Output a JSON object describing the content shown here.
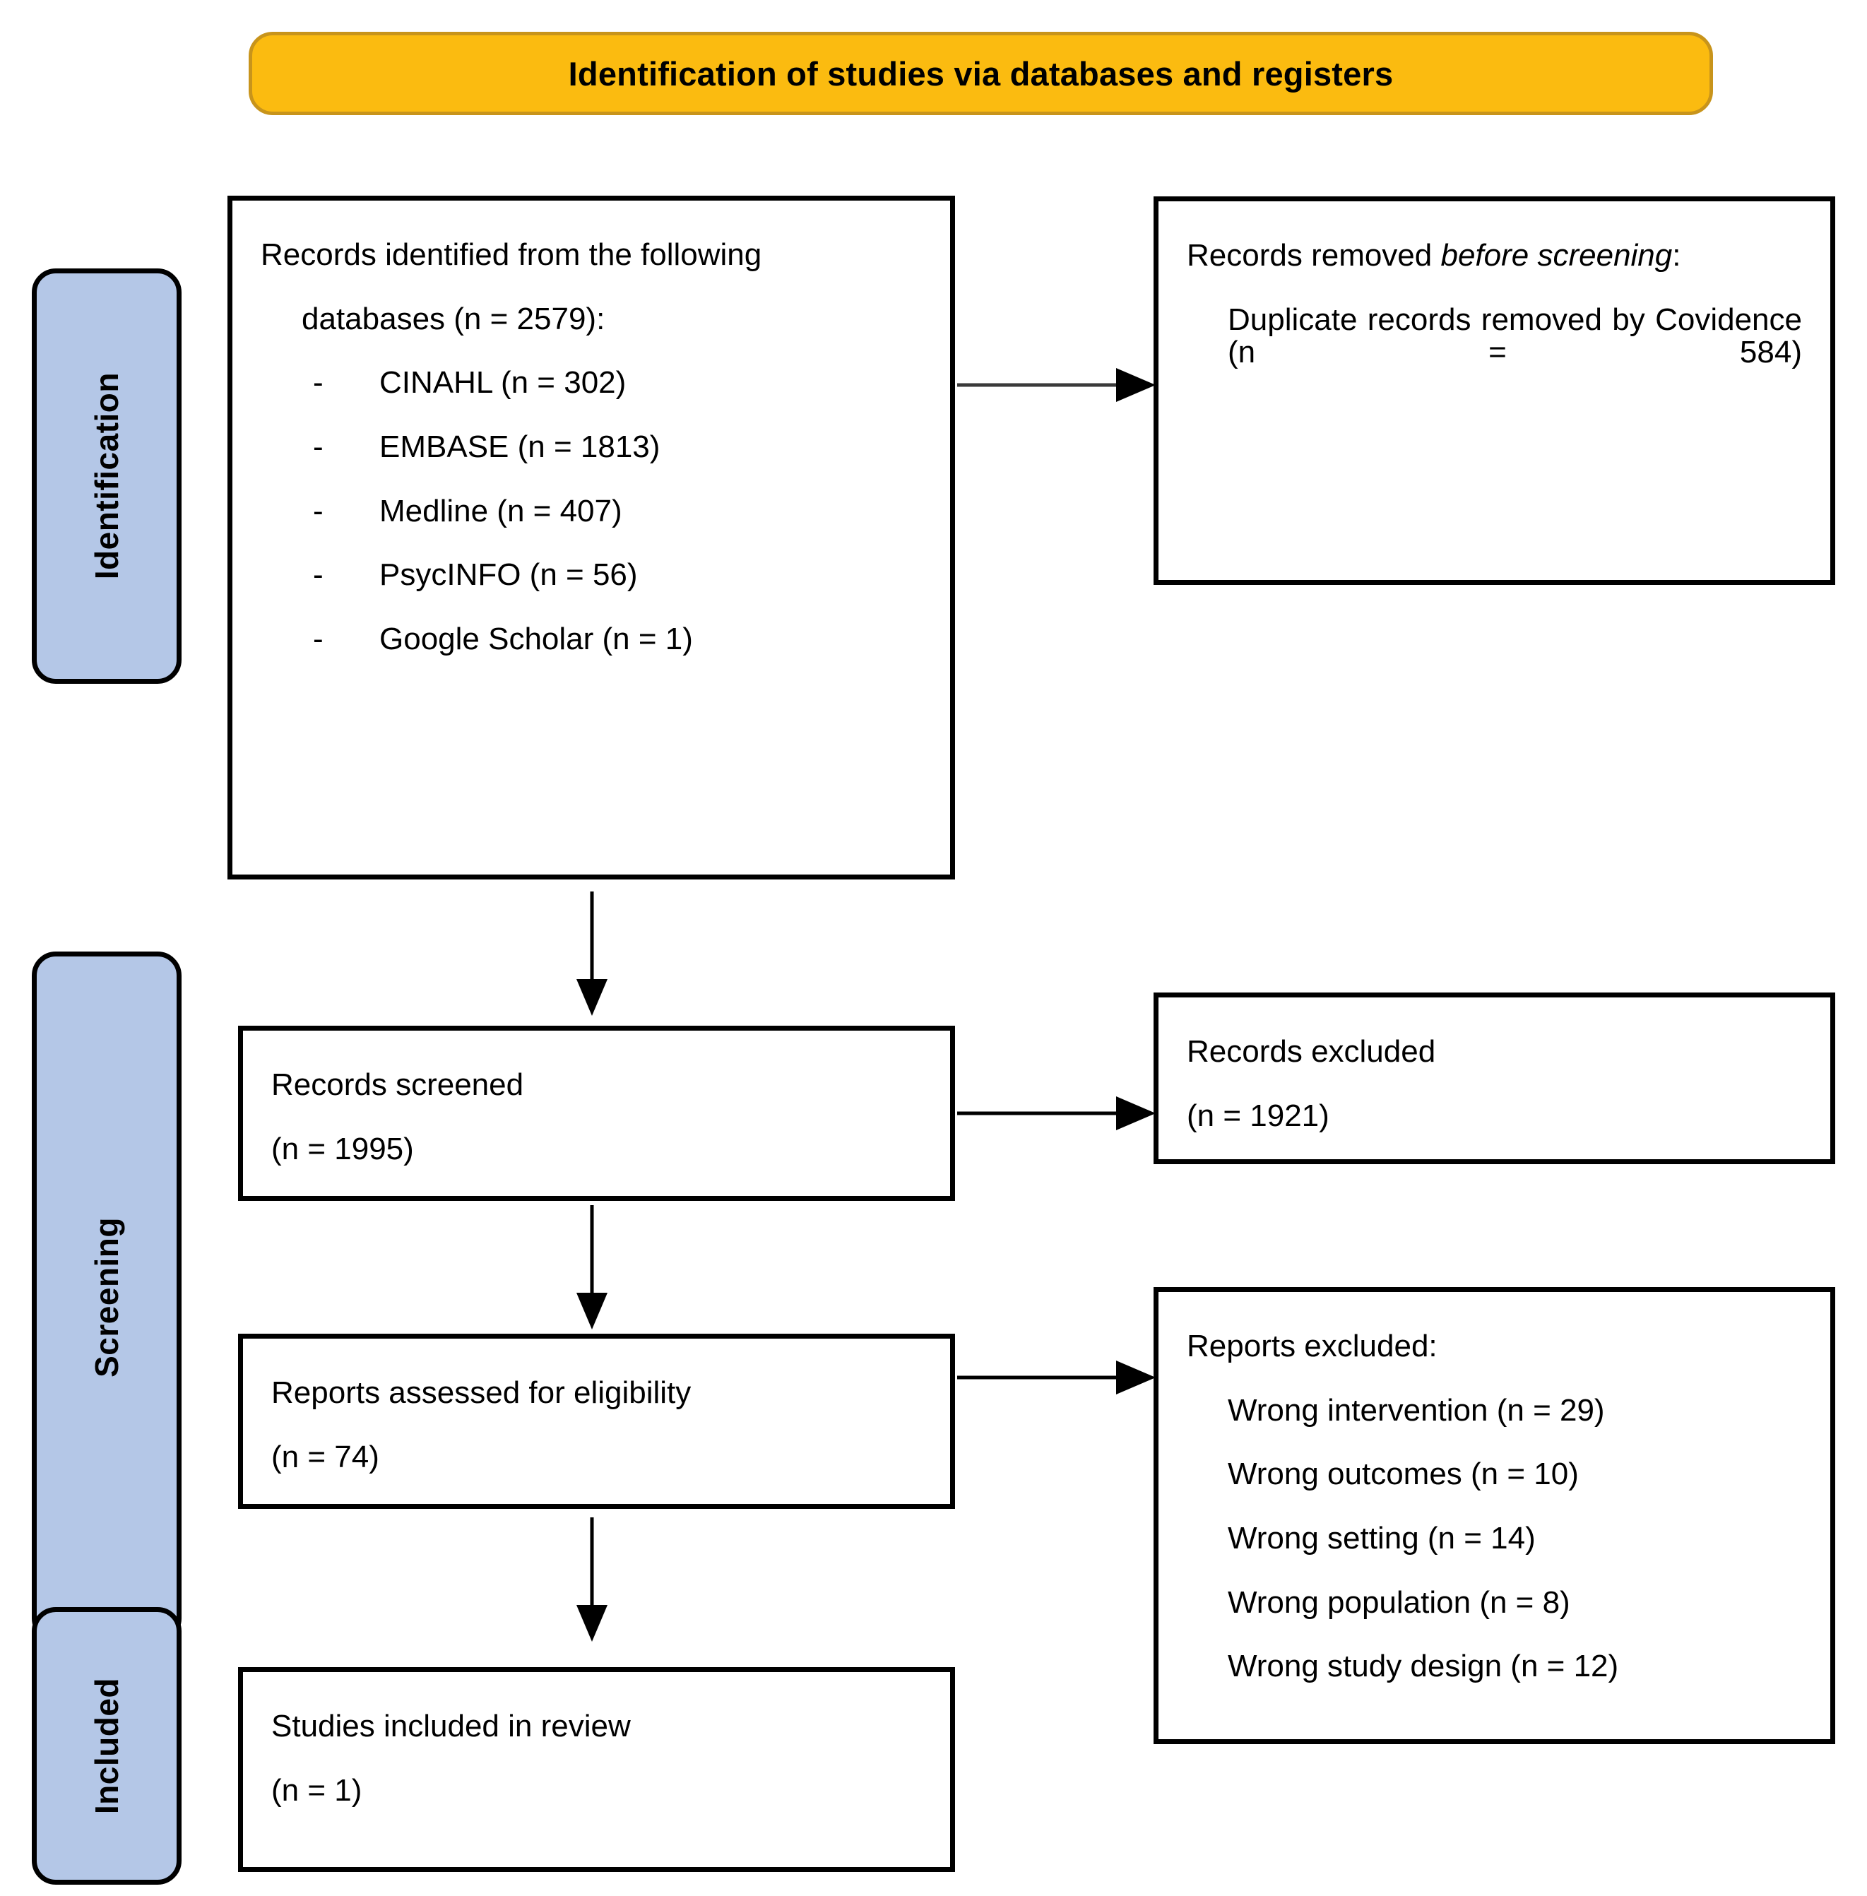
{
  "banner": {
    "title": "Identification of studies via databases and registers",
    "fill_color": "#FBBB10",
    "border_color": "#C8941B"
  },
  "stages": {
    "fill_color": "#B4C7E7",
    "identification": "Identification",
    "screening": "Screening",
    "included": "Included"
  },
  "boxes": {
    "identified": {
      "line1": "Records identified from the following",
      "line2": "databases (n = 2579):",
      "databases": [
        {
          "dash": "-",
          "label": "CINAHL (n = 302)"
        },
        {
          "dash": "-",
          "label": "EMBASE (n = 1813)"
        },
        {
          "dash": "-",
          "label": "Medline (n = 407)"
        },
        {
          "dash": "-",
          "label": "PsycINFO (n = 56)"
        },
        {
          "dash": "-",
          "label": "Google Scholar (n = 1)"
        }
      ]
    },
    "removed": {
      "heading_plain": "Records removed ",
      "heading_italic": "before screening",
      "heading_suffix": ":",
      "detail": "Duplicate records removed by Covidence (n = 584)"
    },
    "screened": {
      "line1": "Records screened",
      "line2": "(n = 1995)"
    },
    "records_excluded": {
      "line1": "Records excluded",
      "line2": "(n = 1921)"
    },
    "eligibility": {
      "line1": "Reports assessed for eligibility",
      "line2": "(n = 74)"
    },
    "reports_excluded": {
      "heading": "Reports excluded:",
      "reasons": [
        "Wrong intervention (n = 29)",
        "Wrong outcomes (n = 10)",
        "Wrong setting (n = 14)",
        "Wrong population (n = 8)",
        "Wrong study design (n = 12)"
      ]
    },
    "included": {
      "line1": "Studies included in review",
      "line2": "(n = 1)"
    }
  }
}
